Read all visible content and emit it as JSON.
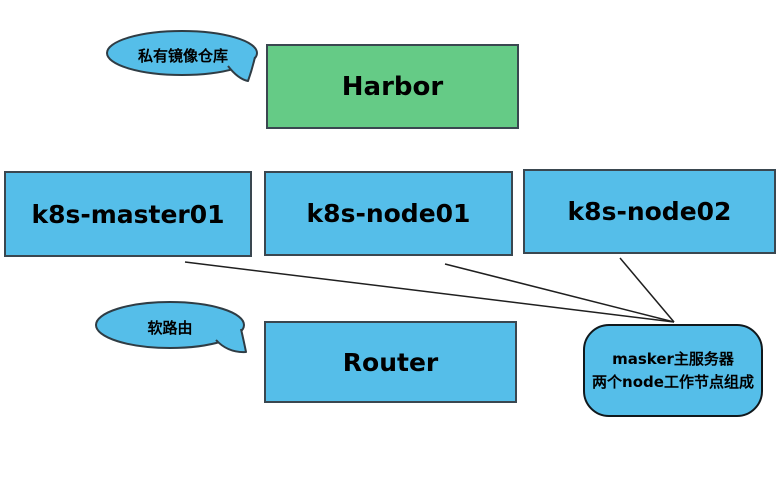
{
  "diagram": {
    "title": "k8s cluster deployment diagram",
    "colors": {
      "background": "#ffffff",
      "node_blue": "#55bee9",
      "harbor_green": "#65cb86",
      "box_border": "#3a4750",
      "note_border": "#10181c",
      "bubble_border": "#2f3c44",
      "connector_line": "#1f1f1f",
      "text": "#000000"
    },
    "nodes": {
      "harbor": {
        "label": "Harbor"
      },
      "master01": {
        "label": "k8s-master01"
      },
      "node01": {
        "label": "k8s-node01"
      },
      "node02": {
        "label": "k8s-node02"
      },
      "router": {
        "label": "Router"
      },
      "cluster_note": {
        "line1": "masker主服务器",
        "line2": "两个node工作节点组成"
      }
    },
    "callouts": {
      "harbor_callout": {
        "label": "私有镜像仓库"
      },
      "router_callout": {
        "label": "软路由"
      }
    },
    "connections": [
      {
        "from": "k8s-master01",
        "to": "cluster_note"
      },
      {
        "from": "k8s-node01",
        "to": "cluster_note"
      },
      {
        "from": "k8s-node02",
        "to": "cluster_note"
      }
    ]
  }
}
